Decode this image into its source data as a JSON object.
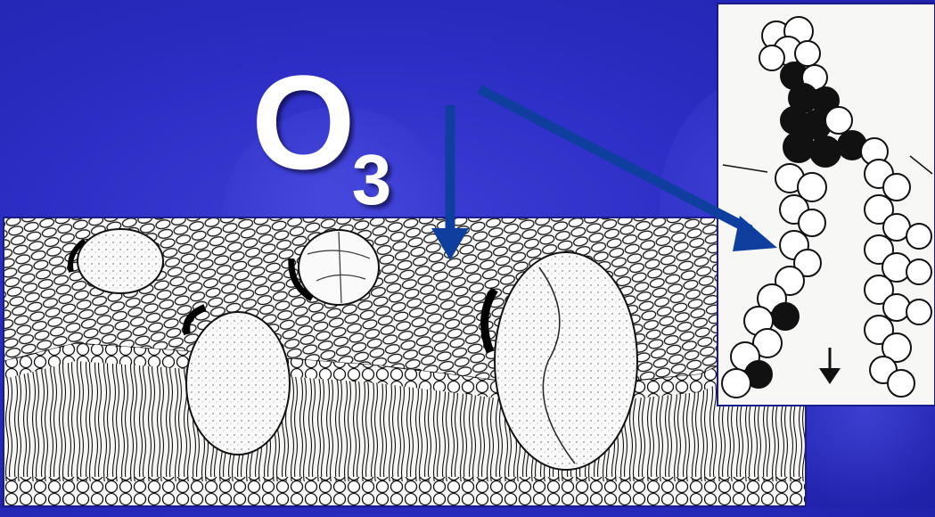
{
  "formula": {
    "main": "O",
    "subscript": "3"
  },
  "colors": {
    "background": "#2b2dc4",
    "text": "#ffffff",
    "arrow": "#0e3e9e",
    "panel": "#f7f7f5"
  },
  "icons": [
    "membrane-diagram",
    "lipid-molecule-model",
    "down-arrow-icon"
  ]
}
